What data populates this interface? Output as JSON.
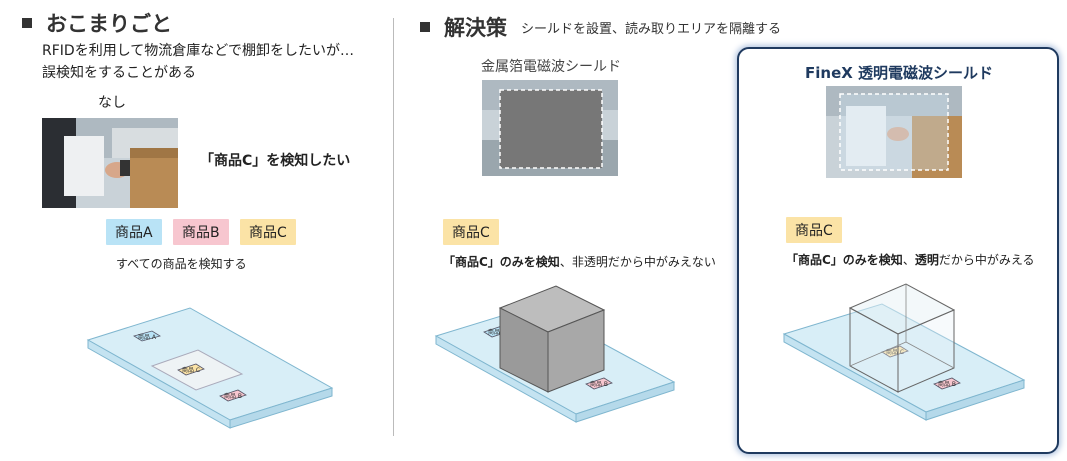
{
  "left": {
    "heading": "おこまりごと",
    "description_line1": "RFIDを利用して物流倉庫などで棚卸をしたいが…",
    "description_line2": "誤検知をすることがある",
    "photo_label": "なし",
    "goal_text": "「商品C」を検知したい",
    "tags": [
      "商品A",
      "商品B",
      "商品C"
    ],
    "caption": "すべての商品を検知する",
    "tray_labels": [
      "商品 A",
      "商品 C",
      "商品 B"
    ]
  },
  "right": {
    "heading": "解決策",
    "subheading": "シールドを設置、読み取りエリアを隔離する",
    "metal": {
      "label": "金属箔電磁波シールド",
      "tag": "商品C",
      "result_bold": "「商品C」のみを検知",
      "result_rest": "、非透明だから中がみえない",
      "tray_labels": [
        "商品 A",
        "商品 B"
      ]
    },
    "finex": {
      "label": "FineX 透明電磁波シールド",
      "tag": "商品C",
      "result_bold1": "「商品C」のみを検知",
      "result_sep": "、",
      "result_bold2": "透明",
      "result_rest": "だから中がみえる",
      "tray_labels": [
        "商品 C",
        "商品 B"
      ]
    }
  },
  "colors": {
    "accent_navy": "#1f3a5f",
    "tag_a": "#b9e3f6",
    "tag_b": "#f7c6cf",
    "tag_c": "#fbe3a6",
    "tray": "#d8eef7"
  }
}
